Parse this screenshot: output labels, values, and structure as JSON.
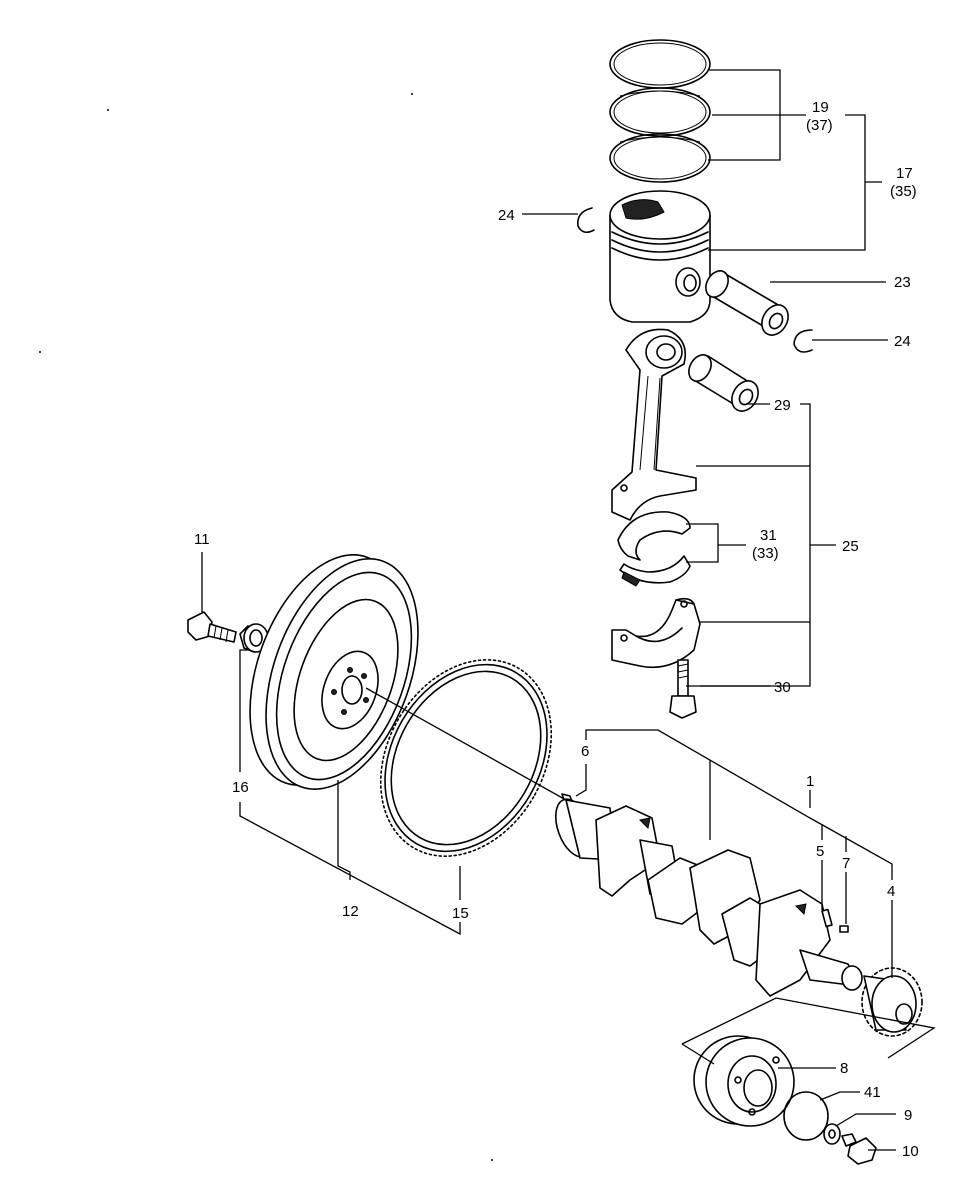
{
  "callouts": {
    "p1": "1",
    "p4": "4",
    "p5": "5",
    "p6": "6",
    "p7": "7",
    "p8": "8",
    "p9": "9",
    "p10": "10",
    "p11": "11",
    "p12": "12",
    "p15": "15",
    "p16": "16",
    "p17": "17",
    "p17alt": "(35)",
    "p19": "19",
    "p19alt": "(37)",
    "p23": "23",
    "p24a": "24",
    "p24b": "24",
    "p25": "25",
    "p29": "29",
    "p30": "30",
    "p31": "31",
    "p31alt": "(33)",
    "p41": "41"
  }
}
